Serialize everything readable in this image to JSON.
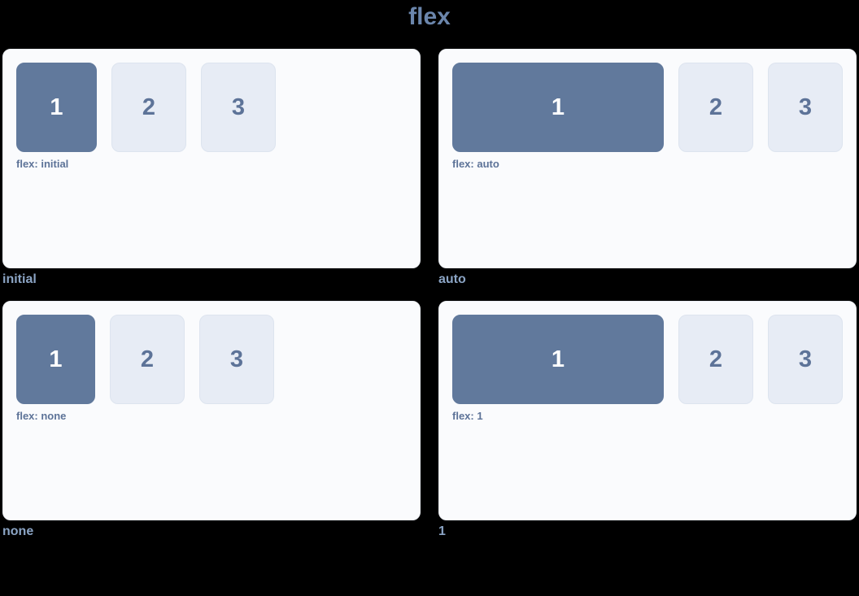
{
  "title": "flex",
  "theme": {
    "background": "#000000",
    "panel_background": "#fafbfd",
    "panel_border": "#eceff4",
    "box_fill": "#e7ecf5",
    "box_border": "#dde4ef",
    "box_primary_fill": "#61799c",
    "box_primary_text": "#ffffff",
    "box_text": "#5d7398",
    "title_color": "#6b86ac",
    "caption_color": "#8ba4c4",
    "prop_label_color": "#5d7398"
  },
  "demos": [
    {
      "caption": "initial",
      "prop_label": "flex: initial",
      "boxes": [
        {
          "label": "1",
          "variant": "primary"
        },
        {
          "label": "2",
          "variant": "default"
        },
        {
          "label": "3",
          "variant": "default"
        }
      ]
    },
    {
      "caption": "auto",
      "prop_label": "flex: auto",
      "boxes": [
        {
          "label": "1",
          "variant": "primary"
        },
        {
          "label": "2",
          "variant": "default"
        },
        {
          "label": "3",
          "variant": "default"
        }
      ]
    },
    {
      "caption": "none",
      "prop_label": "flex: none",
      "boxes": [
        {
          "label": "1",
          "variant": "primary"
        },
        {
          "label": "2",
          "variant": "default"
        },
        {
          "label": "3",
          "variant": "default"
        }
      ]
    },
    {
      "caption": "1",
      "prop_label": "flex: 1",
      "boxes": [
        {
          "label": "1",
          "variant": "primary"
        },
        {
          "label": "2",
          "variant": "default"
        },
        {
          "label": "3",
          "variant": "default"
        }
      ]
    }
  ]
}
